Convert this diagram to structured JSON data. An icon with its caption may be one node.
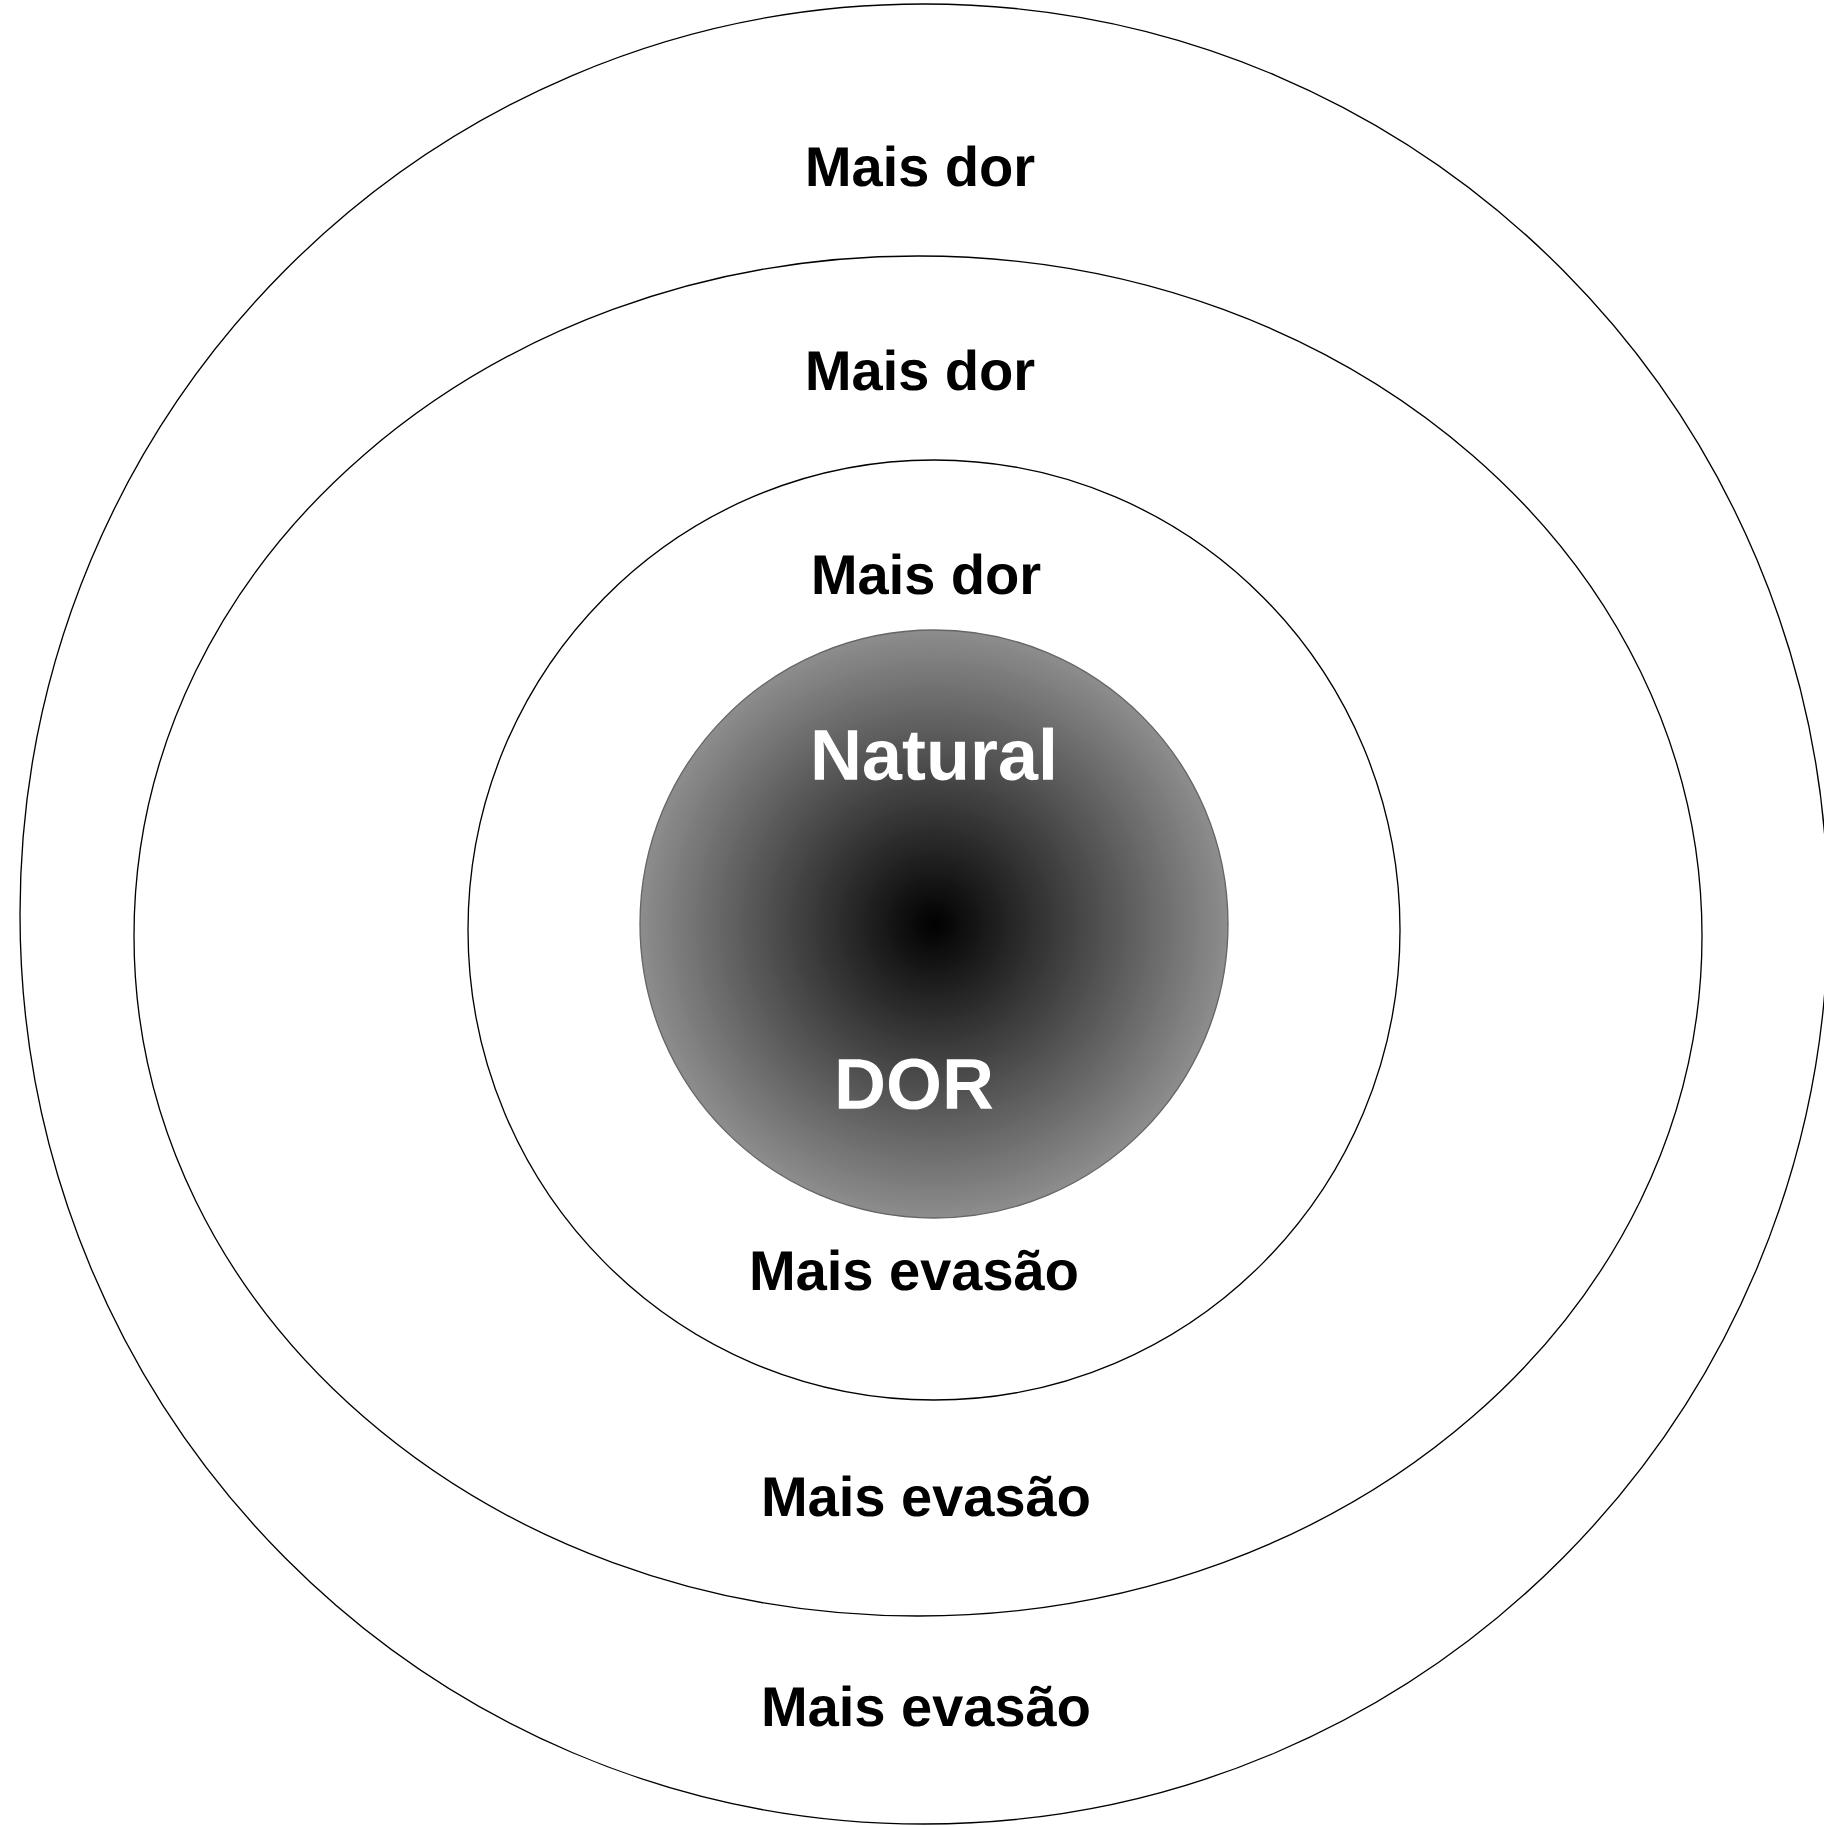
{
  "diagram": {
    "nodes": [
      {
        "text": [
          "Mais dor",
          "Mais evasão"
        ]
      },
      {
        "text": [
          "Mais dor",
          "Mais evasão"
        ],
        "in": 0
      },
      {
        "text": [
          "Mais dor",
          "Mais evasão"
        ],
        "in": 1
      },
      {
        "text": [
          "Natural",
          "DOR"
        ],
        "in": 2
      }
    ]
  }
}
